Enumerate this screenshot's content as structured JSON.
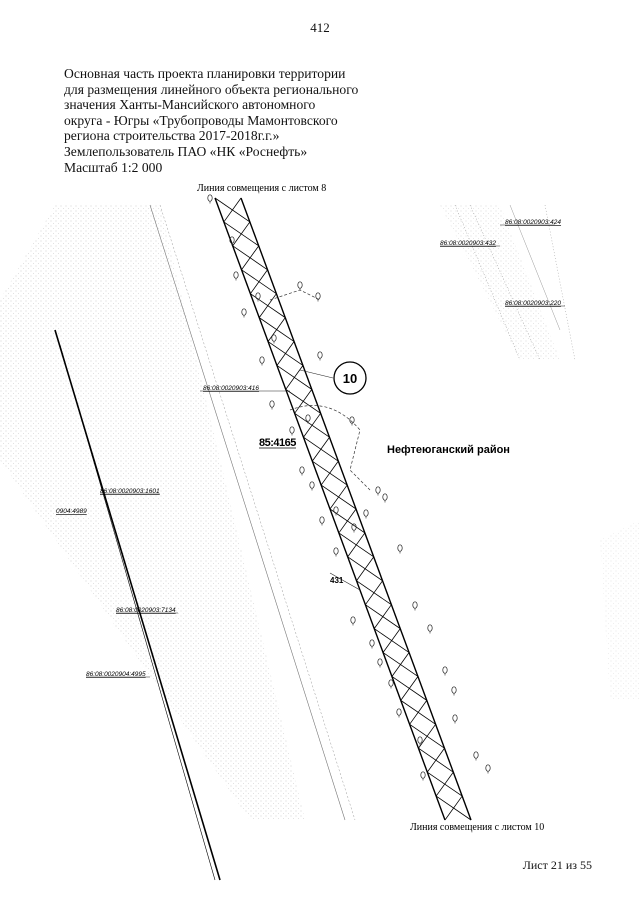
{
  "page": {
    "number": "412"
  },
  "title": {
    "lines": [
      "Основная часть проекта планировки территории",
      "для размещения линейного объекта регионального",
      "значения Ханты-Мансийского автономного",
      "округа - Югры «Трубопроводы Мамонтовского",
      "региона строительства 2017-2018г.г.»",
      "Землепользователь ПАО «НК «Роснефть»",
      "Масштаб 1:2 000"
    ]
  },
  "map": {
    "match_line_top": "Линия совмещения с листом 8",
    "match_line_bottom": "Линия совмещения с листом 10",
    "district_label": "Нефтеюганский район",
    "sheet_marker": "10",
    "quarter_label": "85:4165",
    "point_label": "431",
    "cadastral_labels": [
      "86:08:0020903:424",
      "86:08:0020903:432",
      "86:08:0020903:220",
      "86:08:0020903:416",
      "86:08:0020903:1601",
      "0904:4989",
      "86:08:0020903:7134",
      "86:08:0020904:4995"
    ]
  },
  "footer": {
    "sheet": "Лист 21 из 55"
  }
}
